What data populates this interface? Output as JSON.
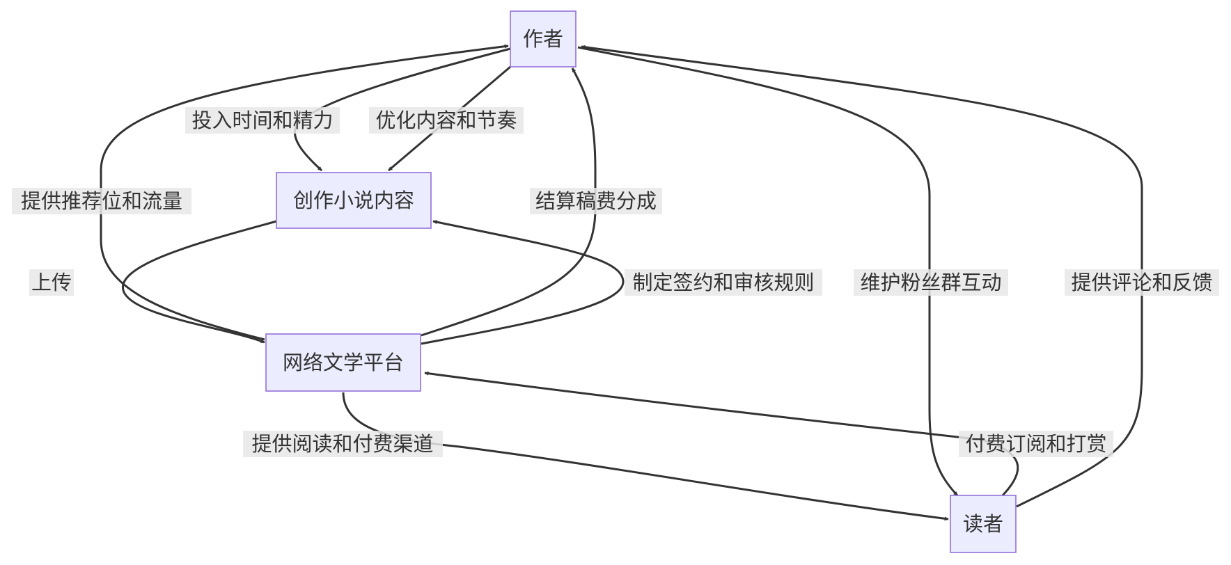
{
  "diagram": {
    "nodes": {
      "author": "作者",
      "create": "创作小说内容",
      "platform": "网络文学平台",
      "reader": "读者"
    },
    "edges": {
      "author_to_create": "投入时间和精力",
      "author_to_create_optimize": "优化内容和节奏",
      "create_to_platform": "上传",
      "platform_to_author_traffic": "提供推荐位和流量",
      "platform_to_author_pay": "结算稿费分成",
      "platform_to_create_rules": "制定签约和审核规则",
      "author_to_reader": "维护粉丝群互动",
      "reader_to_author": "提供评论和反馈",
      "platform_to_reader": "提供阅读和付费渠道",
      "reader_to_platform": "付费订阅和打赏"
    }
  }
}
